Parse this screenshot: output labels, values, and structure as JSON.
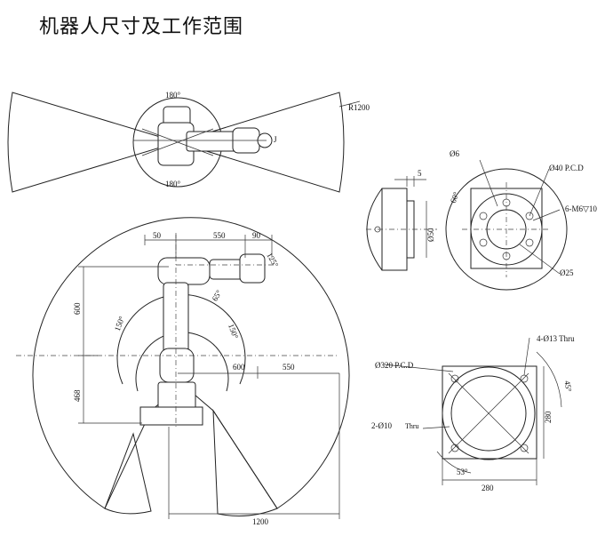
{
  "title": "机器人尺寸及工作范围",
  "top_view": {
    "angle_top": "180°",
    "angle_bottom": "180°",
    "radius_label": "R1200",
    "joint_label": "J"
  },
  "side_view": {
    "dim_50": "50",
    "dim_550_top": "550",
    "dim_90": "90",
    "angle_125": "125°",
    "angle_65": "65°",
    "dim_600_vertical": "600",
    "dim_468": "468",
    "angle_150_left": "150°",
    "angle_150_right": "150°",
    "dim_600_horizontal": "600",
    "dim_550_horizontal": "550",
    "dim_1200": "1200"
  },
  "flange_side": {
    "dim_5": "5",
    "dim_50dia": "Ø50",
    "angle_60": "60°"
  },
  "flange_front": {
    "hole_6": "Ø6",
    "pcd_40": "Ø40 P.C.D",
    "thread": "6-M6▽10",
    "bore_25": "Ø25"
  },
  "base": {
    "pcd_320": "Ø320 P.C.D",
    "thru_13": "4-Ø13 Thru",
    "dowel_10": "2-Ø10",
    "dowel_thru": "Thru",
    "angle_45": "45°",
    "angle_53": "53°",
    "dim_280_right": "280",
    "dim_280_bottom": "280"
  }
}
